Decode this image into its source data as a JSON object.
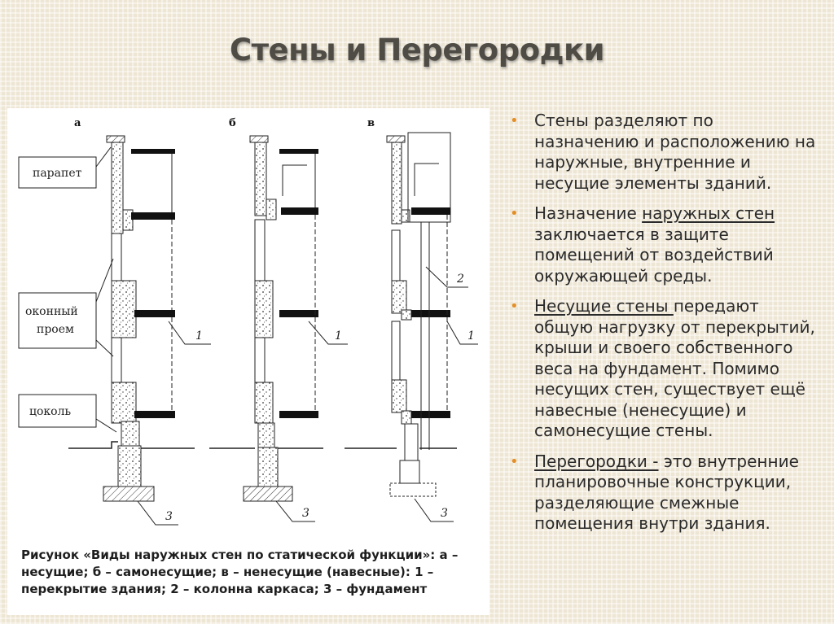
{
  "slide": {
    "title": "Стены и Перегородки"
  },
  "figure": {
    "panel_letters": [
      "а",
      "б",
      "в"
    ],
    "labels": {
      "parapet": "парапет",
      "window_line1": "оконный",
      "window_line2": "проем",
      "plinth": "цоколь"
    },
    "numbers": {
      "n1": "1",
      "n2": "2",
      "n3": "3"
    },
    "caption": "Рисунок «Виды наружных стен по статической функции»: а – несущие; б – самонесущие; в – ненесущие (навесные): 1 – перекрытие здания; 2 – колонна каркаса; 3 – фундамент"
  },
  "bullets": [
    {
      "pre": "Стены разделяют по назначению и расположению на наружные, внутренние и несущие элементы зданий.",
      "u": "",
      "post": ""
    },
    {
      "pre": "Назначение ",
      "u": "наружных стен",
      "post": " заключается в защите помещений от воздействий окружающей среды."
    },
    {
      "pre": "",
      "u": "Несущие стены ",
      "post": "передают общую нагрузку от перекрытий, крыши и своего собственного веса на фундамент. Помимо несущих стен, существует ещё навесные (ненесущие) и самонесущие стены."
    },
    {
      "pre": "",
      "u": "Перегородки -",
      "post": " это внутренние планировочные конструкции, разделяющие смежные помещения внутри здания."
    }
  ],
  "colors": {
    "bullet": "#e3902a",
    "title": "#4f4c46"
  }
}
